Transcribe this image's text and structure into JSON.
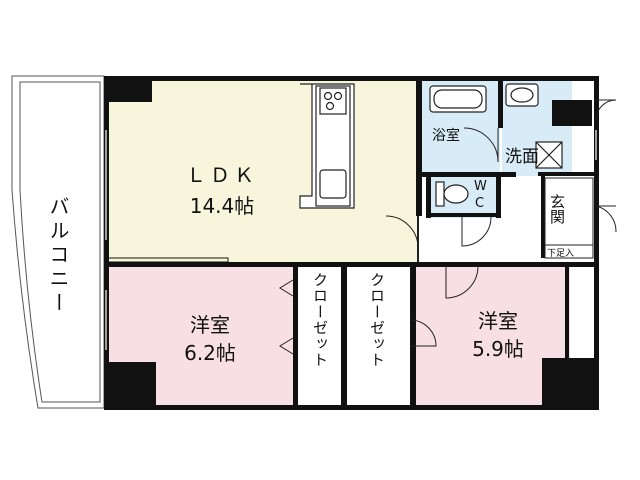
{
  "floorplan": {
    "balcony_label": "バルコニー",
    "ldk": {
      "name": "ＬＤＫ",
      "size": "14.4帖"
    },
    "bedroom_west": {
      "name": "洋室",
      "size": "6.2帖"
    },
    "bedroom_east": {
      "name": "洋室",
      "size": "5.9帖"
    },
    "closet_left": "クローゼット",
    "closet_right": "クローゼット",
    "bath": "浴室",
    "washroom": "洗面",
    "wc_top": "W",
    "wc_bottom": "C",
    "entrance": "玄関",
    "shoe_storage": "下足入"
  },
  "colors": {
    "wall": "#111111",
    "ldk_floor": "#f7f6dc",
    "bedroom_floor": "#f8dfe6",
    "wet_area_floor": "#d8ecf8",
    "plain_floor": "#ffffff"
  }
}
